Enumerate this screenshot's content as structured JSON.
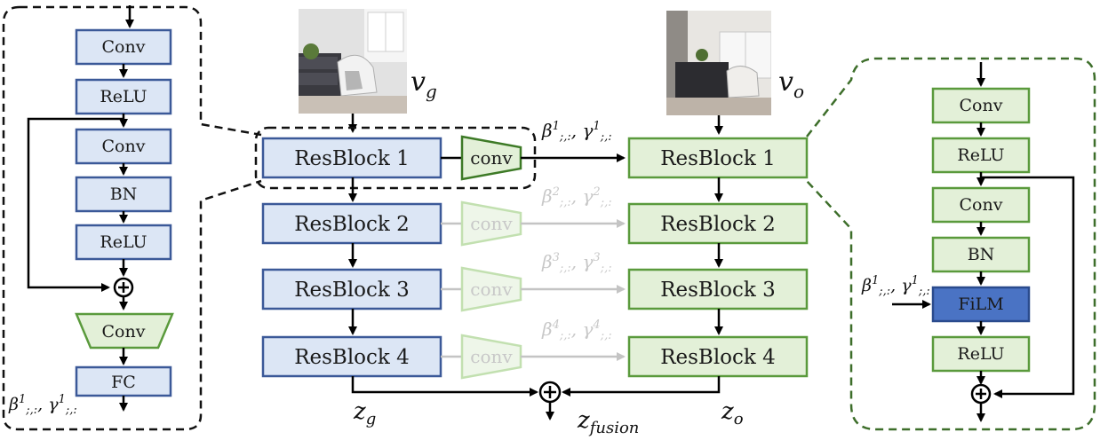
{
  "left_detail": {
    "blocks": [
      "Conv",
      "ReLU",
      "Conv",
      "BN",
      "ReLU"
    ],
    "trap": "Conv",
    "fc": "FC",
    "output_label": "β¹;:, γ¹;:"
  },
  "center": {
    "vg_label": "v",
    "vg_sub": "g",
    "vo_label": "v",
    "vo_sub": "o",
    "blue_blocks": [
      "ResBlock 1",
      "ResBlock 2",
      "ResBlock 3",
      "ResBlock 4"
    ],
    "green_blocks": [
      "ResBlock 1",
      "ResBlock 2",
      "ResBlock 3",
      "ResBlock 4"
    ],
    "conv_labels": [
      "conv",
      "conv",
      "conv",
      "conv"
    ],
    "film_labels": [
      {
        "sup": "1",
        "text": "β",
        "text2": "γ"
      },
      {
        "sup": "2",
        "text": "β",
        "text2": "γ"
      },
      {
        "sup": "3",
        "text": "β",
        "text2": "γ"
      },
      {
        "sup": "4",
        "text": "β",
        "text2": "γ"
      }
    ],
    "zg": "z",
    "zg_sub": "g",
    "zo": "z",
    "zo_sub": "o",
    "zfusion": "z",
    "zfusion_sub": "fusion"
  },
  "right_detail": {
    "blocks": [
      "Conv",
      "ReLU",
      "Conv",
      "BN"
    ],
    "film": "FiLM",
    "relu": "ReLU",
    "input_label": "β¹;:, γ¹;:"
  }
}
